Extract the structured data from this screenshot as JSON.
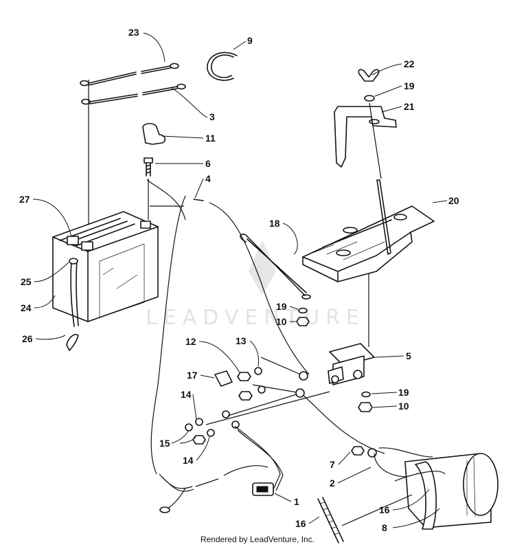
{
  "diagram": {
    "callouts": [
      {
        "id": "c23",
        "label": "23"
      },
      {
        "id": "c9",
        "label": "9"
      },
      {
        "id": "c22",
        "label": "22"
      },
      {
        "id": "c19a",
        "label": "19"
      },
      {
        "id": "c21",
        "label": "21"
      },
      {
        "id": "c3",
        "label": "3"
      },
      {
        "id": "c11",
        "label": "11"
      },
      {
        "id": "c6",
        "label": "6"
      },
      {
        "id": "c4",
        "label": "4"
      },
      {
        "id": "c27",
        "label": "27"
      },
      {
        "id": "c20",
        "label": "20"
      },
      {
        "id": "c18",
        "label": "18"
      },
      {
        "id": "c25",
        "label": "25"
      },
      {
        "id": "c24",
        "label": "24"
      },
      {
        "id": "c19b",
        "label": "19"
      },
      {
        "id": "c10a",
        "label": "10"
      },
      {
        "id": "c26",
        "label": "26"
      },
      {
        "id": "c12",
        "label": "12"
      },
      {
        "id": "c13",
        "label": "13"
      },
      {
        "id": "c5",
        "label": "5"
      },
      {
        "id": "c17",
        "label": "17"
      },
      {
        "id": "c14a",
        "label": "14"
      },
      {
        "id": "c19c",
        "label": "19"
      },
      {
        "id": "c10b",
        "label": "10"
      },
      {
        "id": "c15",
        "label": "15"
      },
      {
        "id": "c14b",
        "label": "14"
      },
      {
        "id": "c7",
        "label": "7"
      },
      {
        "id": "c2",
        "label": "2"
      },
      {
        "id": "c1",
        "label": "1"
      },
      {
        "id": "c16a",
        "label": "16"
      },
      {
        "id": "c16b",
        "label": "16"
      },
      {
        "id": "c8",
        "label": "8"
      }
    ]
  },
  "watermark": {
    "text": "LEADVENTURE"
  },
  "footer": {
    "text": "Rendered by LeadVenture, Inc."
  }
}
